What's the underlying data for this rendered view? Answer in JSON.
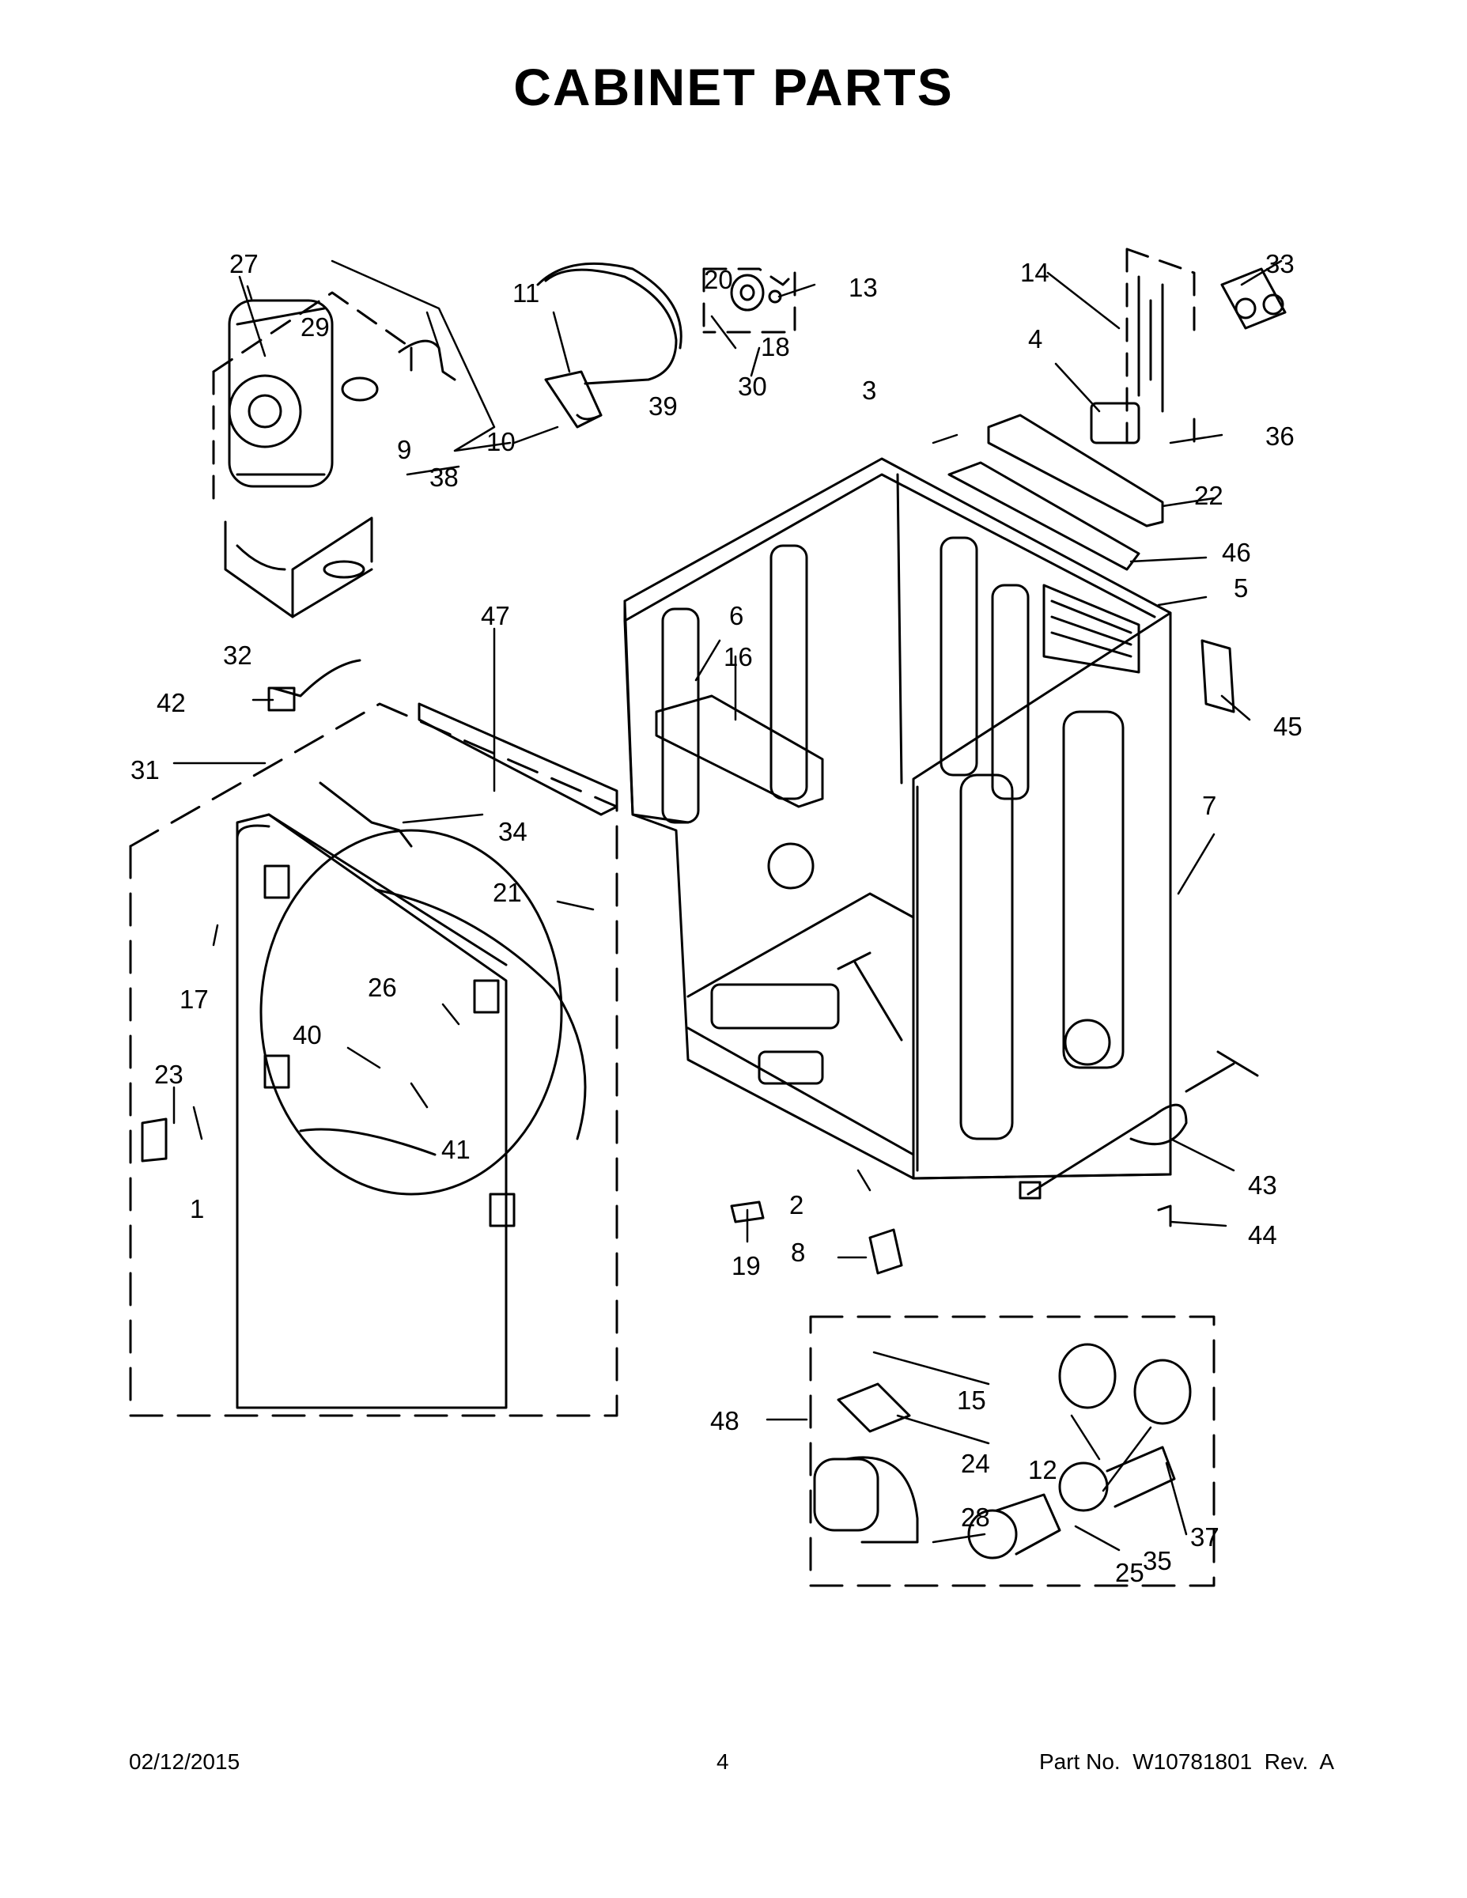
{
  "title": "CABINET PARTS",
  "footer": {
    "date": "02/12/2015",
    "page": "4",
    "part_no": "Part No.  W10781801  Rev.  A"
  },
  "callouts": [
    "1",
    "2",
    "3",
    "4",
    "5",
    "6",
    "7",
    "8",
    "9",
    "10",
    "11",
    "12",
    "13",
    "14",
    "15",
    "16",
    "17",
    "18",
    "19",
    "20",
    "21",
    "22",
    "23",
    "24",
    "25",
    "26",
    "27",
    "28",
    "29",
    "30",
    "31",
    "32",
    "33",
    "34",
    "35",
    "36",
    "37",
    "38",
    "39",
    "40",
    "41",
    "42",
    "43",
    "44",
    "45",
    "46",
    "47",
    "48"
  ]
}
